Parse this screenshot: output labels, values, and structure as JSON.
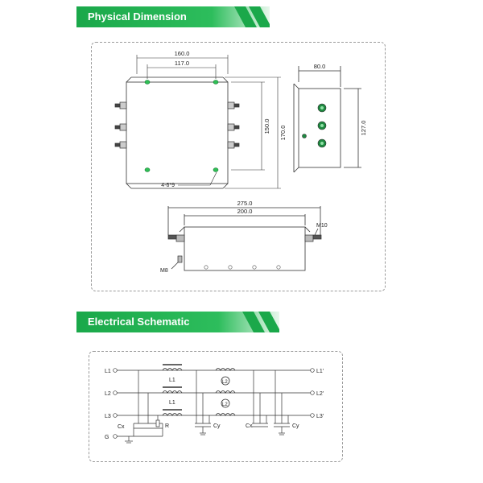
{
  "sections": {
    "physical": "Physical Dimension",
    "schematic": "Electrical Schematic"
  },
  "colors": {
    "accent": "#1aa84a",
    "accent_light": "#7fd99a"
  },
  "dimensions": {
    "top_width_outer": "160.0",
    "top_width_inner": "117.0",
    "top_height_inner": "150.0",
    "top_height_outer": "170.0",
    "holes": "4-6*9",
    "side_depth": "80.0",
    "side_height": "127.0",
    "front_length_outer": "275.0",
    "front_length_inner": "200.0",
    "front_stud_big": "M10",
    "front_stud_small": "M8"
  },
  "schematic": {
    "inputs": [
      "L1",
      "L2",
      "L3",
      "G"
    ],
    "outputs": [
      "L1'",
      "L2'",
      "L3'"
    ],
    "choke_labels": [
      "L1",
      "L1"
    ],
    "coil_labels": [
      "L2",
      "L2"
    ],
    "cap_labels": {
      "cx_left": "Cx",
      "r": "R",
      "cy_mid": "Cy",
      "cx_right": "Cx",
      "cy_right": "Cy"
    }
  }
}
